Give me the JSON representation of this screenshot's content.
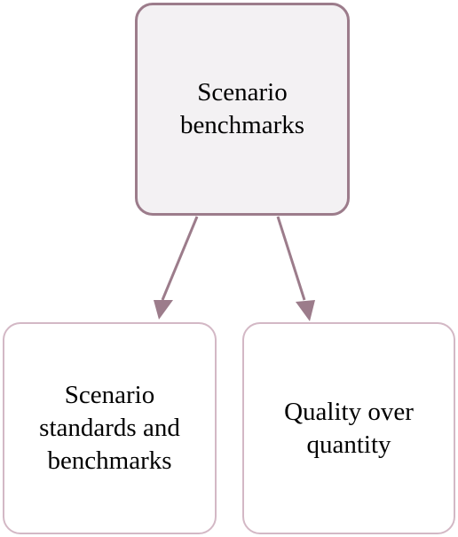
{
  "diagram": {
    "nodes": {
      "root": {
        "label": "Scenario benchmarks"
      },
      "left": {
        "label": "Scenario standards and benchmarks"
      },
      "right": {
        "label": "Quality over quantity"
      }
    },
    "edges": [
      {
        "from": "root",
        "to": "left"
      },
      {
        "from": "root",
        "to": "right"
      }
    ],
    "colors": {
      "root_fill": "#f3f1f3",
      "root_border": "#9c7c8b",
      "child_border": "#d3b8c5",
      "arrow": "#9c7c8b"
    }
  }
}
